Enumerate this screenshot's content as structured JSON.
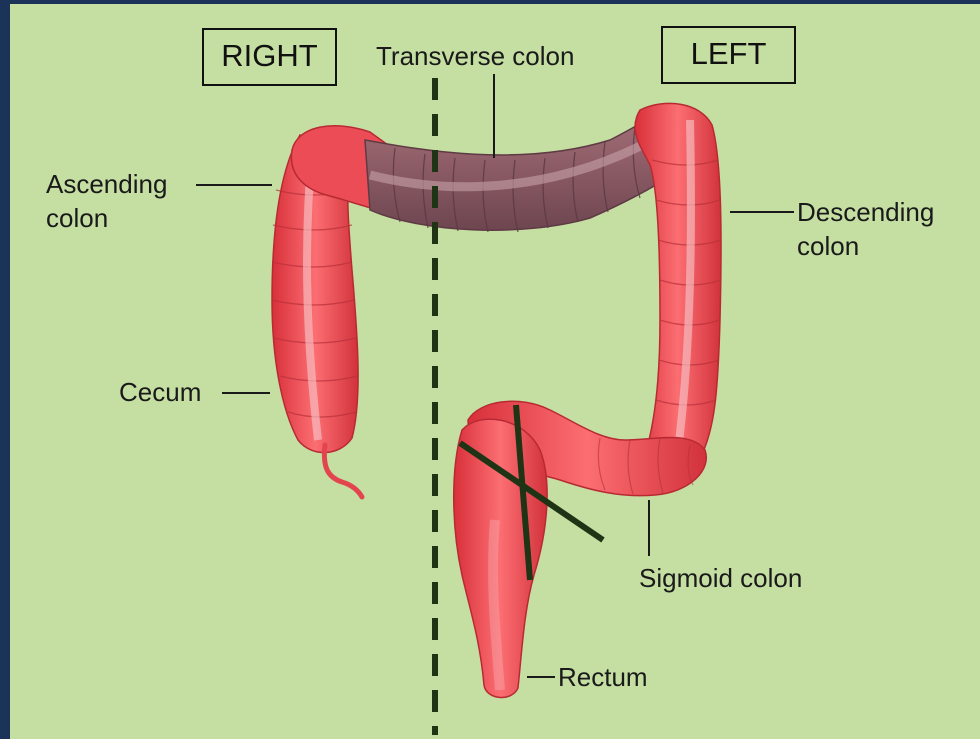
{
  "side_labels": {
    "right": "RIGHT",
    "left": "LEFT"
  },
  "labels": {
    "transverse": "Transverse colon",
    "ascending_line1": "Ascending",
    "ascending_line2": "colon",
    "descending_line1": "Descending",
    "descending_line2": "colon",
    "cecum": "Cecum",
    "sigmoid": "Sigmoid colon",
    "rectum": "Rectum"
  },
  "colors": {
    "background": "#c5dea2",
    "frame": "#1b3358",
    "colon_red": "#ef4a52",
    "transverse_mauve": "#8e5e68",
    "marker_dark_green": "#1f3315"
  }
}
